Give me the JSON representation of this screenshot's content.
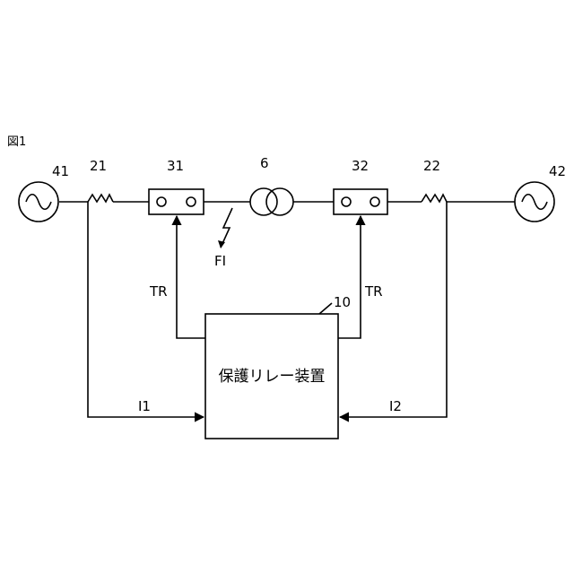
{
  "figure_label": "図1",
  "sources": {
    "left_label": "41",
    "right_label": "42"
  },
  "current_transformers": {
    "left_label": "21",
    "right_label": "22"
  },
  "breakers": {
    "left_label": "31",
    "right_label": "32"
  },
  "transformer": {
    "label": "6"
  },
  "fault": {
    "label": "FI"
  },
  "relay": {
    "ref_label": "10",
    "name": "保護リレー装置"
  },
  "signals": {
    "trip_left": "TR",
    "trip_right": "TR",
    "current_left": "I1",
    "current_right": "I2"
  }
}
